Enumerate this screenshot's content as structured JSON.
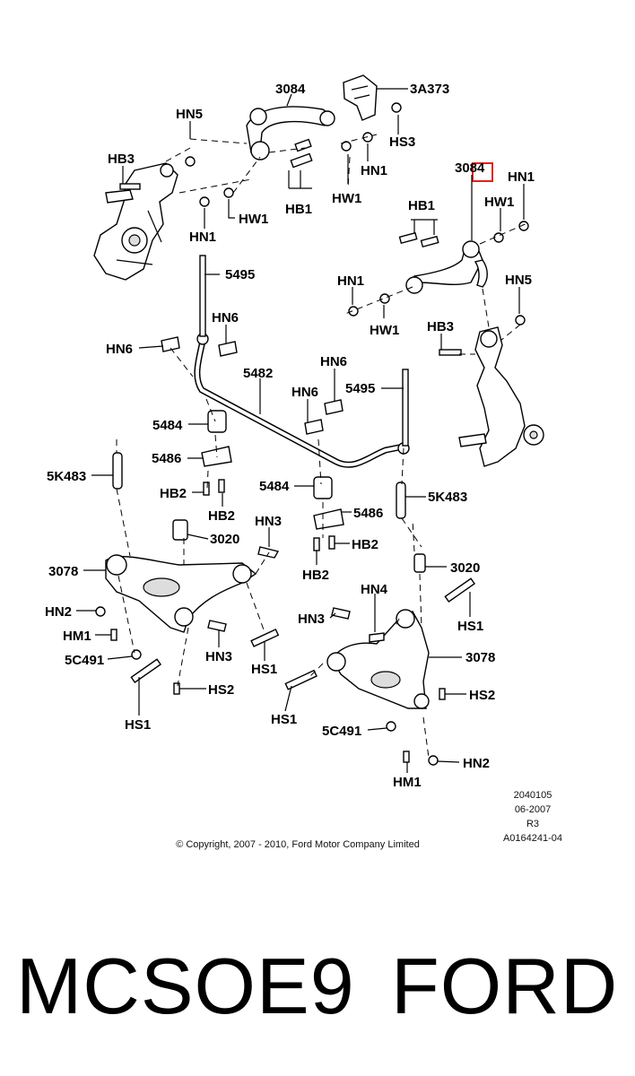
{
  "labels": {
    "top_3084": "3084",
    "top_3a373": "3A373",
    "top_hn5": "HN5",
    "top_hs3": "HS3",
    "top_hb3": "HB3",
    "top_hn1a": "HN1",
    "top_hw1a": "HW1",
    "top_hb1": "HB1",
    "top_hw1b": "HW1",
    "top_hn1b": "HN1",
    "r_3084": "3084",
    "r_hn1a": "HN1",
    "r_hb1": "HB1",
    "r_hw1a": "HW1",
    "r_hn1b": "HN1",
    "r_hn5": "HN5",
    "r_hw1b": "HW1",
    "r_hb3": "HB3",
    "m_5495a": "5495",
    "m_hn6a": "HN6",
    "m_hn6b": "HN6",
    "m_5482": "5482",
    "m_hn6c": "HN6",
    "m_hn6d": "HN6",
    "m_5495b": "5495",
    "m_5484a": "5484",
    "m_5486a": "5486",
    "m_5k483a": "5K483",
    "m_hb2a": "HB2",
    "m_hb2b": "HB2",
    "m_5484b": "5484",
    "m_5k483b": "5K483",
    "m_5486b": "5486",
    "m_hb2c": "HB2",
    "m_hb2d": "HB2",
    "l_hn3a": "HN3",
    "l_3020a": "3020",
    "l_3078a": "3078",
    "l_hn2a": "HN2",
    "l_hm1a": "HM1",
    "l_5c491a": "5C491",
    "l_hn3b": "HN3",
    "l_hs1a": "HS1",
    "l_hs2a": "HS2",
    "l_hs1b": "HS1",
    "r_3020b": "3020",
    "r_hs1c": "HS1",
    "r_hn4": "HN4",
    "r_hn3c": "HN3",
    "r_3078b": "3078",
    "r_hs2b": "HS2",
    "r_hs1d": "HS1",
    "r_5c491b": "5C491",
    "r_hn2b": "HN2",
    "r_hm1b": "HM1"
  },
  "info_block": {
    "line1": "2040105",
    "line2": "06-2007",
    "line3": "R3",
    "line4": "A0164241-04"
  },
  "copyright": "© Copyright, 2007 - 2010, Ford Motor Company Limited",
  "caption": {
    "part_code": "MCSOE9",
    "brand": "FORD"
  }
}
